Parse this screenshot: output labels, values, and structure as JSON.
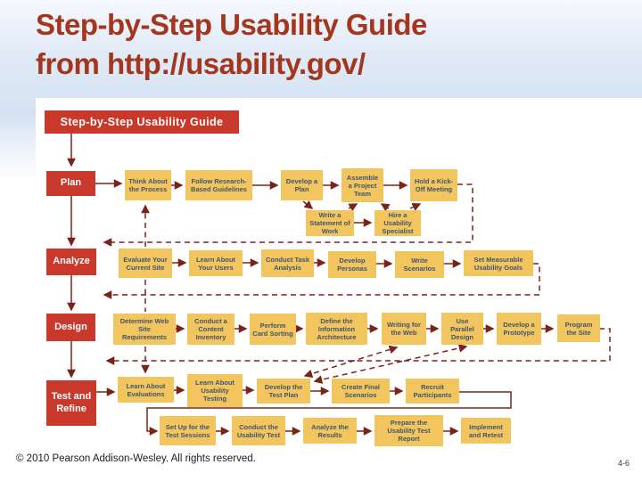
{
  "slide": {
    "title_line1": "Step-by-Step Usability Guide",
    "title_line2": "from http://usability.gov/",
    "footer_copyright": "© 2010 Pearson Addison-Wesley. All rights reserved.",
    "page_number": "4-6"
  },
  "colors": {
    "title_red": "#a5361e",
    "phase_red": "#c9392b",
    "connector_maroon": "#7a2318",
    "step_yellow": "#f3c55e",
    "step_text_blue": "#3e5470"
  },
  "diagram": {
    "banner": "Step-by-Step Usability Guide",
    "phases": [
      "Plan",
      "Analyze",
      "Design",
      "Test and Refine"
    ],
    "plan_row": [
      "Think About the Process",
      "Follow Research-Based Guidelines",
      "Develop a Plan",
      "Assemble a Project Team",
      "Hold a Kick-Off Meeting"
    ],
    "plan_subrow": [
      "Write a Statement of Work",
      "Hire a Usability Specialist"
    ],
    "analyze_row": [
      "Evaluate Your Current Site",
      "Learn About Your Users",
      "Conduct Task Analysis",
      "Develop Personas",
      "Write Scenarios",
      "Set Measurable Usability Goals"
    ],
    "design_row": [
      "Determine Web Site Requirements",
      "Conduct a Content Inventory",
      "Perform Card Sorting",
      "Define the Information Architecture",
      "Writing for the Web",
      "Use Parallel Design",
      "Develop a Prototype",
      "Program the Site"
    ],
    "test_row": [
      "Learn About Evaluations",
      "Learn About Usability Testing",
      "Develop the Test Plan",
      "Create Final Scenarios",
      "Recruit Participants"
    ],
    "test_subrow": [
      "Set Up for the Test Sessions",
      "Conduct the Usability Test",
      "Analyze the Results",
      "Prepare the Usability Test Report",
      "Implement and Retest"
    ]
  }
}
